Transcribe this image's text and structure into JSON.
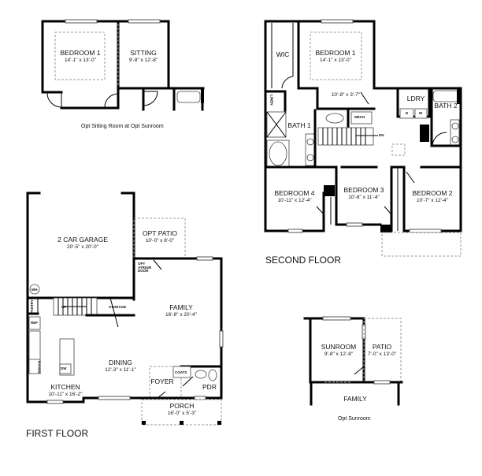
{
  "diagram": {
    "type": "floor-plan",
    "background": "#ffffff",
    "wall_color": "#000000"
  },
  "opt_sitting": {
    "caption": "Opt Sitting Room at Opt Sunroom",
    "rooms": [
      {
        "name": "BEDROOM 1",
        "dims": "14'-1\" x 13'-0\""
      },
      {
        "name": "SITTING",
        "dims": "9'-8\" x 12'-8\""
      }
    ]
  },
  "second_floor": {
    "title": "SECOND FLOOR",
    "rooms": [
      {
        "name": "WIC",
        "dims": ""
      },
      {
        "name": "BEDROOM 1",
        "dims": "14'-1\" x 13'-0\""
      },
      {
        "name": "",
        "dims": "10'-8\" x 3'-7\""
      },
      {
        "name": "LDRY",
        "dims": ""
      },
      {
        "name": "BATH 2",
        "dims": ""
      },
      {
        "name": "BATH 1",
        "dims": ""
      },
      {
        "name": "BEDROOM 4",
        "dims": "10'-11\" x 12'-4\""
      },
      {
        "name": "BEDROOM 3",
        "dims": "10'-8\" x 11'-4\""
      },
      {
        "name": "BEDROOM 2",
        "dims": "10'-7\" x 12'-4\""
      }
    ],
    "small_labels": {
      "linen": "LINEN",
      "mech": "MECH",
      "dryer": "D",
      "washer": "W",
      "stair": "DN"
    }
  },
  "first_floor": {
    "title": "FIRST FLOOR",
    "rooms": [
      {
        "name": "2 CAR GARAGE",
        "dims": "20'-5\" x 20'-0\""
      },
      {
        "name": "OPT PATIO",
        "dims": "10'-0\" x 8'-0\""
      },
      {
        "name": "FAMILY",
        "dims": "16'-8\" x 20'-4\""
      },
      {
        "name": "DINING",
        "dims": "12'-3\" x 11'-1\""
      },
      {
        "name": "KITCHEN",
        "dims": "10'-11\" x 16'-2\""
      },
      {
        "name": "FOYER",
        "dims": ""
      },
      {
        "name": "PDR",
        "dims": ""
      },
      {
        "name": "PORCH",
        "dims": "16'-0\" x 5'-3\""
      }
    ],
    "small_labels": {
      "atrium_door": "OPT ATRIUM DOOR",
      "wh": "WH",
      "pantry": "PANTRY",
      "ref": "REF",
      "range": "RANGE",
      "dw": "DW",
      "stair": "UP",
      "storage": "STORAGE",
      "coats": "COATS"
    }
  },
  "opt_sunroom": {
    "caption": "Opt Sunroom",
    "rooms": [
      {
        "name": "SUNROOM",
        "dims": "9'-8\" x 12'-8\""
      },
      {
        "name": "PATIO",
        "dims": "7'-0\" x 13'-0\""
      },
      {
        "name": "FAMILY",
        "dims": ""
      }
    ]
  }
}
